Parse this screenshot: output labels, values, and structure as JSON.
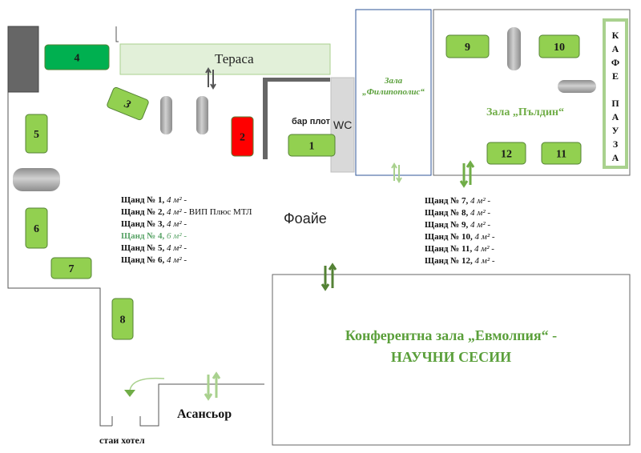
{
  "areas": {
    "terrace": "Тераса",
    "wc": "WC",
    "bar": "бар плот",
    "foyer": "Фоайе",
    "elevator": "Асансьор",
    "hotel_rooms": "стаи хотел",
    "hall_filipopolis": [
      "Зала",
      "„Филипополис“"
    ],
    "hall_puldin": "Зала „Пълдин“",
    "cafe": [
      "К",
      "А",
      "Ф",
      "Е",
      "",
      "П",
      "А",
      "У",
      "З",
      "А"
    ],
    "conference": [
      "Конферентна зала „Евмолпия“ -",
      "НАУЧНИ СЕСИИ"
    ]
  },
  "stands": [
    {
      "id": "1",
      "label": "1",
      "color": "#92d050"
    },
    {
      "id": "2",
      "label": "2",
      "color": "#ff0000"
    },
    {
      "id": "3",
      "label": "3",
      "color": "#92d050"
    },
    {
      "id": "4",
      "label": "4",
      "color": "#00b050"
    },
    {
      "id": "5",
      "label": "5",
      "color": "#92d050"
    },
    {
      "id": "6",
      "label": "6",
      "color": "#92d050"
    },
    {
      "id": "7",
      "label": "7",
      "color": "#92d050"
    },
    {
      "id": "8",
      "label": "8",
      "color": "#92d050"
    },
    {
      "id": "9",
      "label": "9",
      "color": "#92d050"
    },
    {
      "id": "10",
      "label": "10",
      "color": "#92d050"
    },
    {
      "id": "11",
      "label": "11",
      "color": "#92d050"
    },
    {
      "id": "12",
      "label": "12",
      "color": "#92d050"
    }
  ],
  "legend_left": [
    {
      "name": "Щанд № 1",
      "sep": ",",
      "area": "4 м²",
      "extra": "-"
    },
    {
      "name": "Щанд № 2",
      "sep": ",",
      "area": "4 м²",
      "extra": "- ВИП Плюс МТЛ"
    },
    {
      "name": "Щанд № 3",
      "sep": ",",
      "area": "4 м²",
      "extra": "-"
    },
    {
      "name": "Щанд № 4",
      "sep": ",",
      "area": "6 м²",
      "extra": "-",
      "highlight": true
    },
    {
      "name": "Щанд № 5",
      "sep": ",",
      "area": "4 м²",
      "extra": "-"
    },
    {
      "name": "Щанд № 6",
      "sep": ",",
      "area": "4 м²",
      "extra": "-"
    }
  ],
  "legend_right": [
    {
      "name": "Щанд № 7",
      "sep": ",",
      "area": "4 м²",
      "extra": "-"
    },
    {
      "name": "Щанд № 8",
      "sep": ",",
      "area": "4 м²",
      "extra": "-"
    },
    {
      "name": "Щанд № 9",
      "sep": ",",
      "area": "4 м²",
      "extra": "-"
    },
    {
      "name": "Щанд № 10",
      "sep": ",",
      "area": "4 м²",
      "extra": "-"
    },
    {
      "name": "Щанд № 11",
      "sep": ",",
      "area": "4 м²",
      "extra": "-"
    },
    {
      "name": "Щанд № 12",
      "sep": ",",
      "area": "4 м²",
      "extra": "-"
    }
  ],
  "colors": {
    "wall": "#555555",
    "terrace_fill": "#e2f0d9",
    "accent_text": "#5a9f3a",
    "arrow_green": "#70ad47",
    "arrow_light": "#a9d18e",
    "cylinder": "#a6a6a6"
  }
}
